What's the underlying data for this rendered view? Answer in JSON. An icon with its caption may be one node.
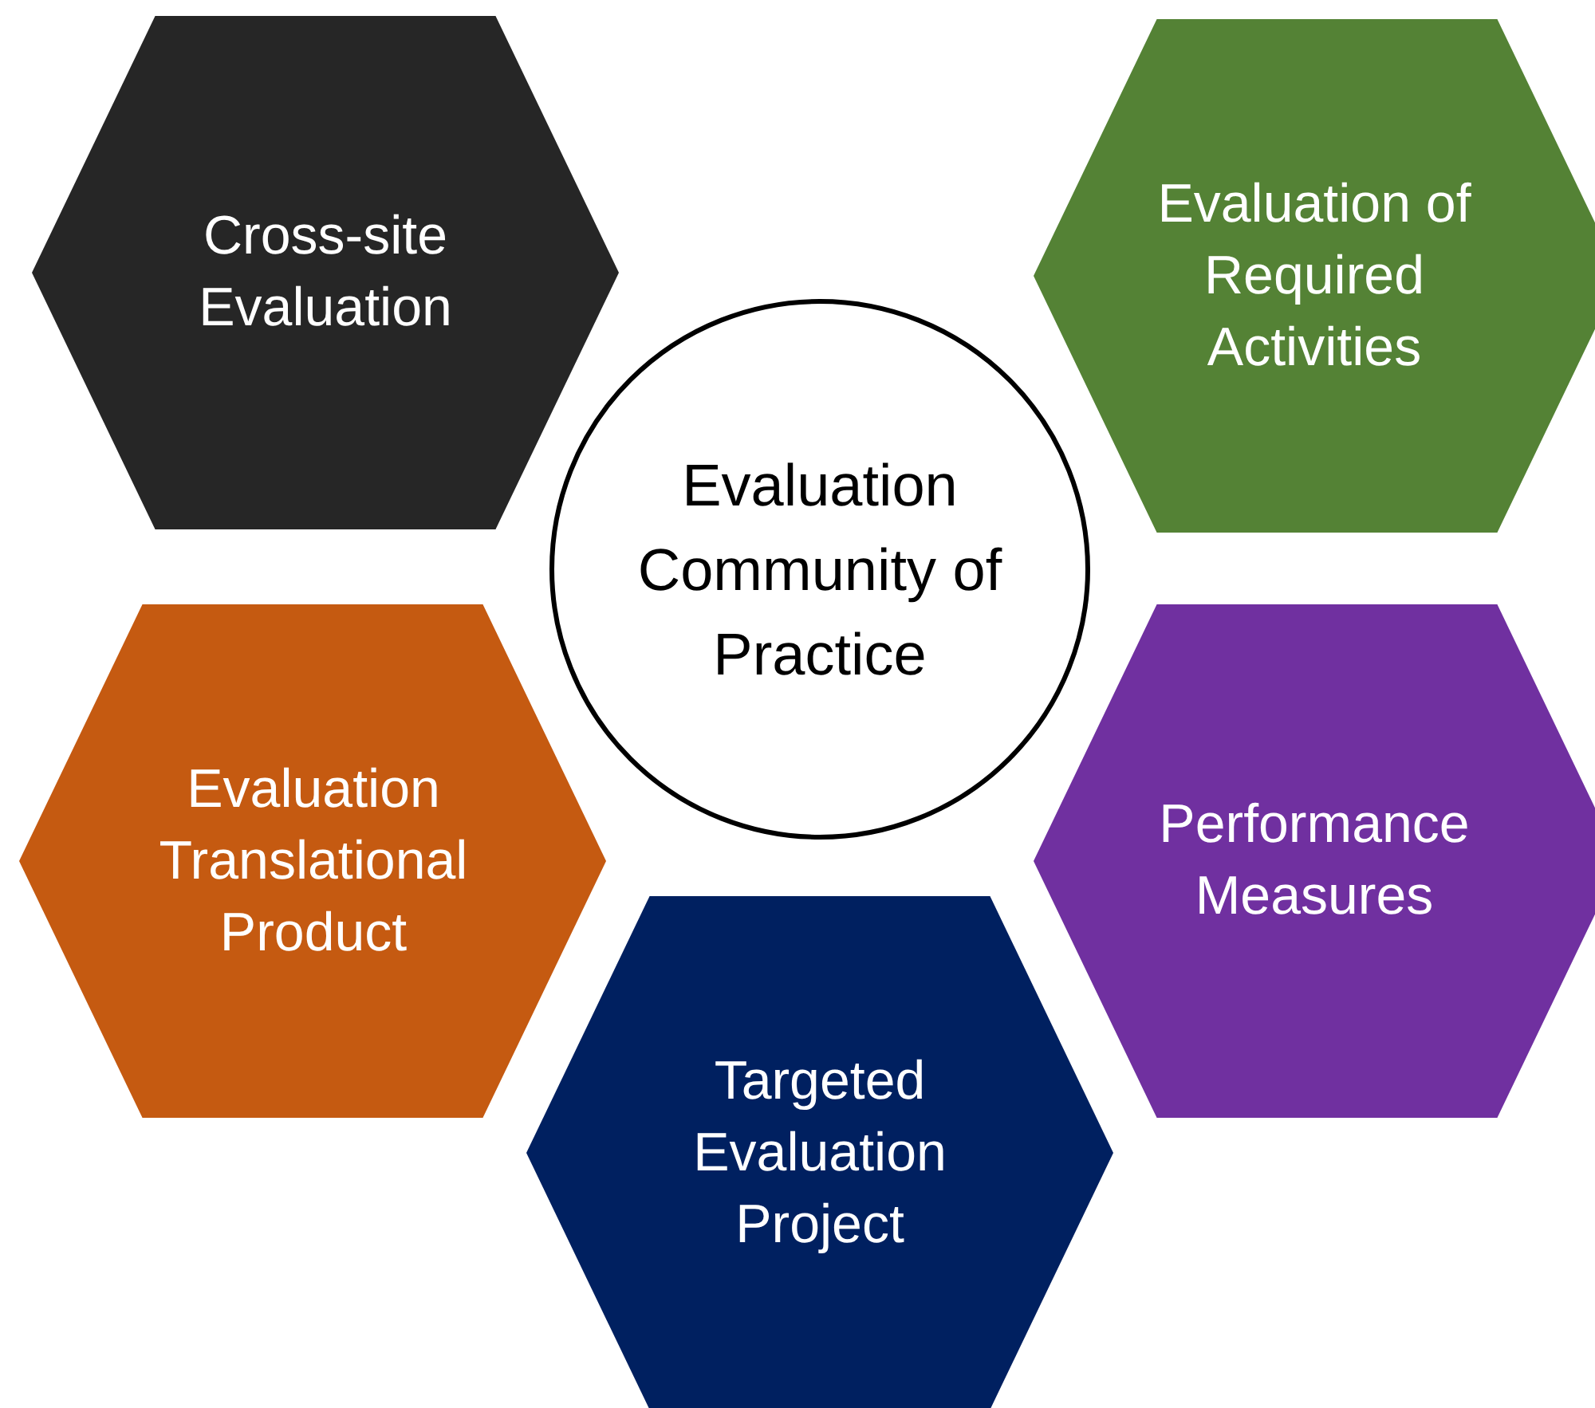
{
  "diagram": {
    "nodes": [
      {
        "text": [
          "Cross-site Evaluation"
        ]
      },
      {
        "text": [
          "Evaluation of Required Activities"
        ]
      },
      {
        "text": [
          "Evaluation Community of Practice"
        ]
      },
      {
        "text": [
          "Evaluation Translational Product"
        ]
      },
      {
        "text": [
          "Performance Measures"
        ]
      },
      {
        "text": [
          "Targeted Evaluation Project"
        ]
      }
    ]
  }
}
